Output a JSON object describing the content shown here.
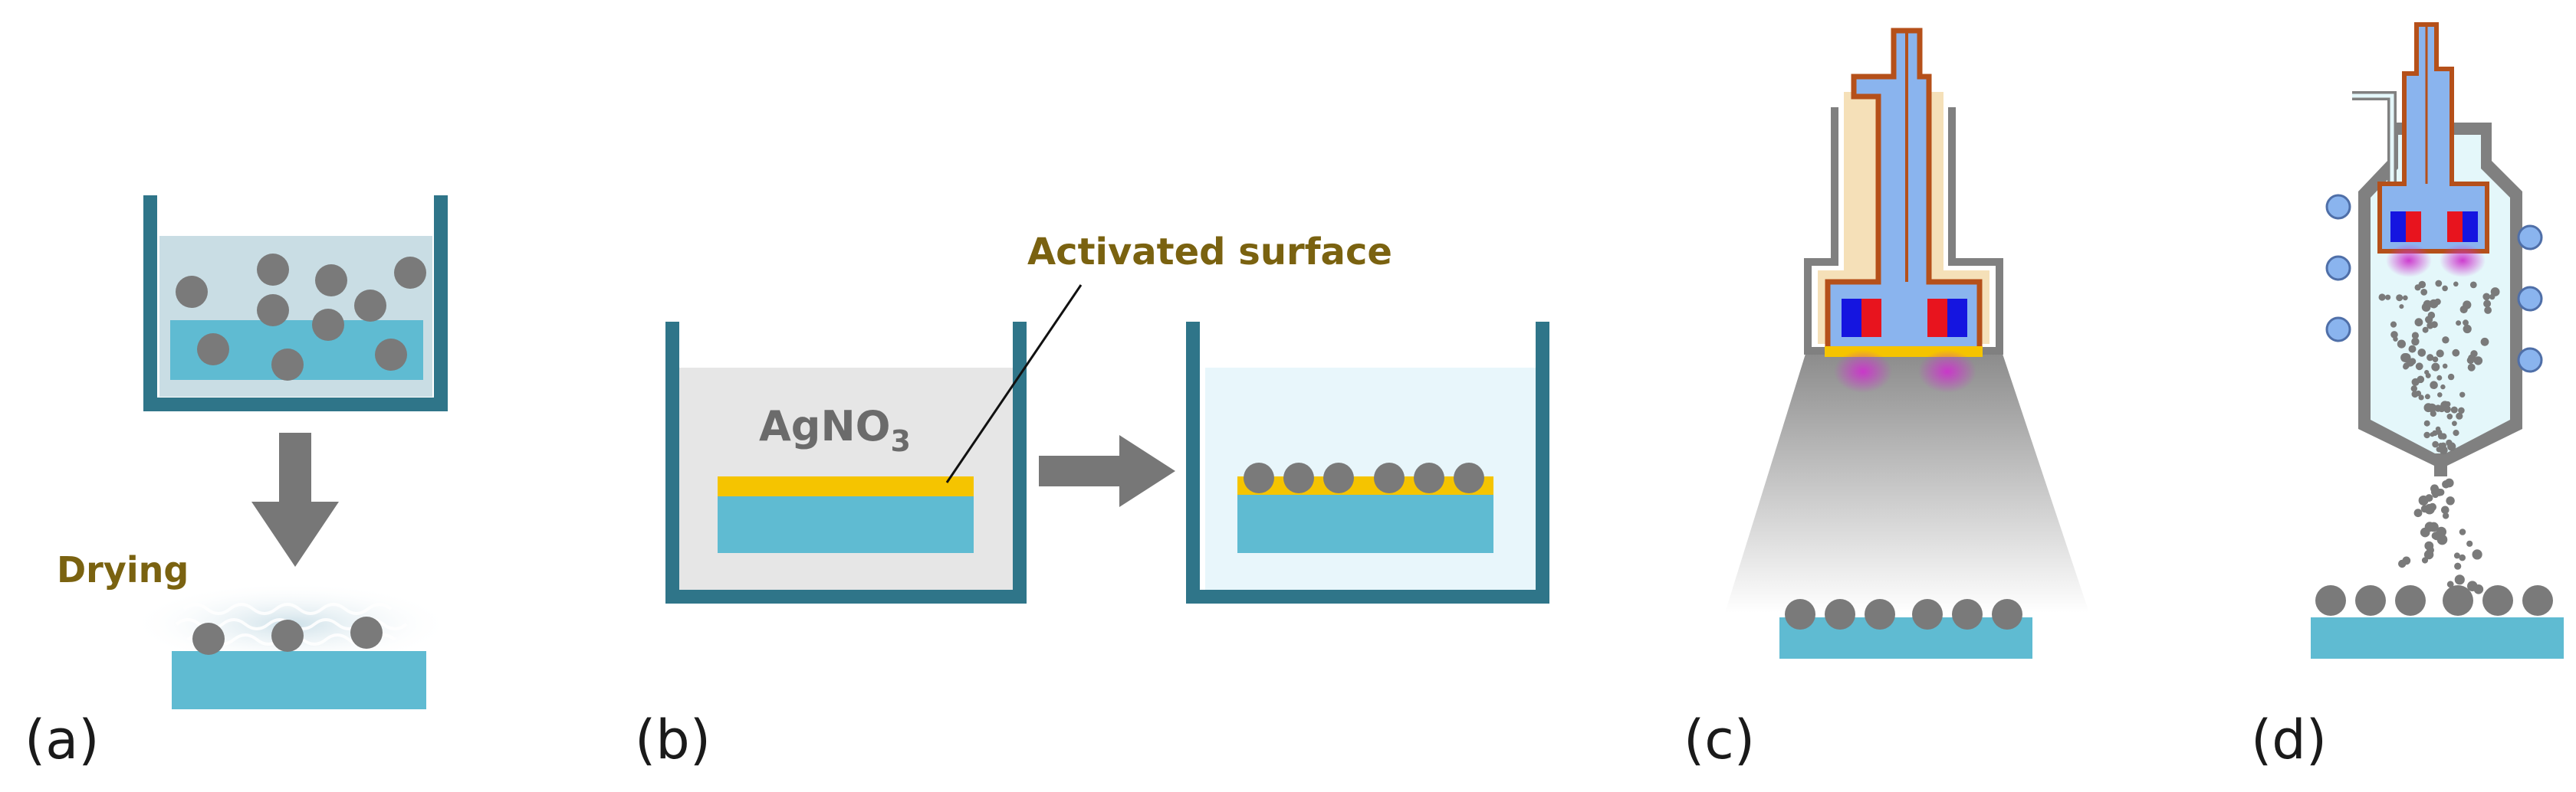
{
  "panels": {
    "a": {
      "label": "(a)",
      "drying_label": "Drying"
    },
    "b": {
      "label": "(b)",
      "solution_label": "AgNO",
      "solution_subscript": "3",
      "callout_label": "Activated surface"
    },
    "c": {
      "label": "(c)"
    },
    "d": {
      "label": "(d)"
    }
  },
  "colors": {
    "container": "#2f7589",
    "liquid": "#c9dde4",
    "substrate": "#5fbbd2",
    "particle": "#7a7a7a",
    "activated_layer": "#f5c400",
    "arrow": "#777777",
    "label_olive": "#7a6210",
    "plasma": "#cc33cc",
    "magnet_red": "#e8141e",
    "magnet_blue": "#1515e0",
    "chamber_gray": "#808080",
    "pipe_brown": "#b5501a",
    "pipe_blue": "#8ab4ee",
    "coil_blue": "#8ab4ee"
  }
}
